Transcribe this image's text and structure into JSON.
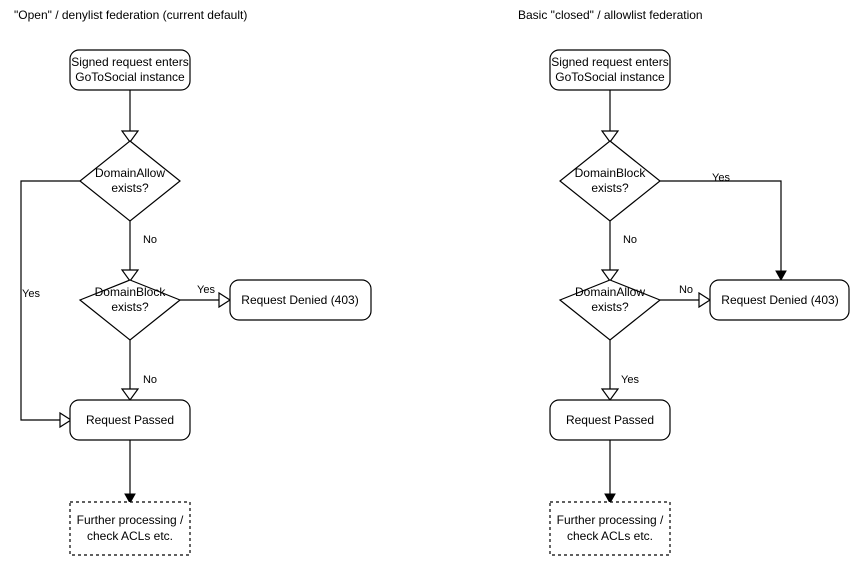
{
  "diagram": {
    "type": "flowchart",
    "background_color": "#ffffff",
    "stroke_color": "#000000",
    "text_color": "#000000",
    "panels": [
      {
        "id": "open-denylist",
        "title": "\"Open\" / denylist federation (current default)",
        "nodes": [
          {
            "id": "entry",
            "shape": "rounded-rect",
            "line1": "Signed request enters",
            "line2": "GoToSocial instance"
          },
          {
            "id": "domain-allow",
            "shape": "diamond",
            "line1": "DomainAllow",
            "line2": "exists?"
          },
          {
            "id": "domain-block",
            "shape": "diamond",
            "line1": "DomainBlock",
            "line2": "exists?"
          },
          {
            "id": "denied",
            "shape": "rounded-rect",
            "line1": "Request Denied (403)",
            "line2": ""
          },
          {
            "id": "passed",
            "shape": "rounded-rect",
            "line1": "Request Passed",
            "line2": ""
          },
          {
            "id": "further",
            "shape": "dashed-rect",
            "line1": "Further processing /",
            "line2": "check ACLs etc."
          }
        ],
        "edges": [
          {
            "from": "entry",
            "to": "domain-allow",
            "label": ""
          },
          {
            "from": "domain-allow",
            "to": "passed",
            "label": "Yes"
          },
          {
            "from": "domain-allow",
            "to": "domain-block",
            "label": "No"
          },
          {
            "from": "domain-block",
            "to": "denied",
            "label": "Yes"
          },
          {
            "from": "domain-block",
            "to": "passed",
            "label": "No"
          },
          {
            "from": "passed",
            "to": "further",
            "label": ""
          }
        ]
      },
      {
        "id": "closed-allowlist",
        "title": "Basic \"closed\" / allowlist federation",
        "nodes": [
          {
            "id": "entry",
            "shape": "rounded-rect",
            "line1": "Signed request enters",
            "line2": "GoToSocial instance"
          },
          {
            "id": "domain-block",
            "shape": "diamond",
            "line1": "DomainBlock",
            "line2": "exists?"
          },
          {
            "id": "domain-allow",
            "shape": "diamond",
            "line1": "DomainAllow",
            "line2": "exists?"
          },
          {
            "id": "denied",
            "shape": "rounded-rect",
            "line1": "Request Denied (403)",
            "line2": ""
          },
          {
            "id": "passed",
            "shape": "rounded-rect",
            "line1": "Request Passed",
            "line2": ""
          },
          {
            "id": "further",
            "shape": "dashed-rect",
            "line1": "Further processing /",
            "line2": "check ACLs etc."
          }
        ],
        "edges": [
          {
            "from": "entry",
            "to": "domain-block",
            "label": ""
          },
          {
            "from": "domain-block",
            "to": "denied",
            "label": "Yes"
          },
          {
            "from": "domain-block",
            "to": "domain-allow",
            "label": "No"
          },
          {
            "from": "domain-allow",
            "to": "denied",
            "label": "No"
          },
          {
            "from": "domain-allow",
            "to": "passed",
            "label": "Yes"
          },
          {
            "from": "passed",
            "to": "further",
            "label": ""
          }
        ]
      }
    ]
  }
}
